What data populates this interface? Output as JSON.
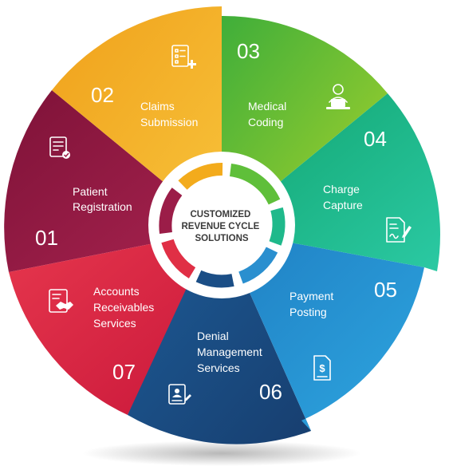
{
  "center": {
    "lines": [
      "CUSTOMIZED",
      "REVENUE CYCLE",
      "SOLUTIONS"
    ]
  },
  "segments": [
    {
      "id": "seg1",
      "number": "01",
      "lines": [
        "Patient",
        "Registration"
      ],
      "color": "#9b1d48",
      "icon": "registration-form-icon"
    },
    {
      "id": "seg2",
      "number": "02",
      "lines": [
        "Claims",
        "Submission"
      ],
      "color": "#f3ab1c",
      "icon": "claim-checklist-icon"
    },
    {
      "id": "seg3",
      "number": "03",
      "lines": [
        "Medical",
        "Coding"
      ],
      "color": "#6cbf2c",
      "icon": "coder-laptop-icon"
    },
    {
      "id": "seg4",
      "number": "04",
      "lines": [
        "Charge",
        "Capture"
      ],
      "color": "#1cba8a",
      "icon": "signed-document-icon"
    },
    {
      "id": "seg5",
      "number": "05",
      "lines": [
        "Payment",
        "Posting"
      ],
      "color": "#1f8fcf",
      "icon": "dollar-invoice-icon"
    },
    {
      "id": "seg6",
      "number": "06",
      "lines": [
        "Denial",
        "Management",
        "Services"
      ],
      "color": "#1b4e86",
      "icon": "profile-document-icon"
    },
    {
      "id": "seg7",
      "number": "07",
      "lines": [
        "Accounts",
        "Receivables",
        "Services"
      ],
      "color": "#e02f45",
      "icon": "handshake-document-icon"
    }
  ]
}
